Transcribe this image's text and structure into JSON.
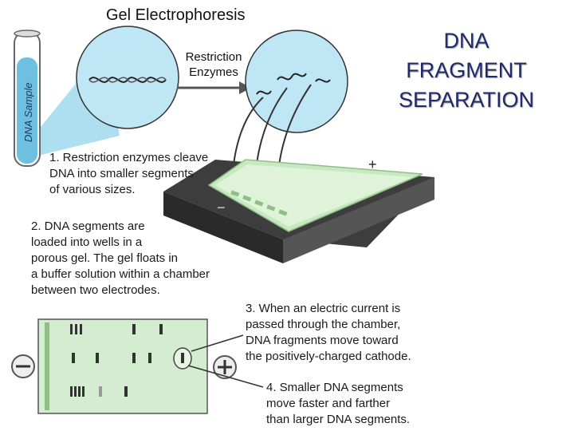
{
  "title": "Gel Electrophoresis",
  "side_title": "DNA\nFRAGMENT\nSEPARATION",
  "tube_label": "DNA Sample",
  "enzyme_label": "Restriction\nEnzymes",
  "steps": [
    "1. Restriction enzymes cleave\nDNA into smaller segments\nof various sizes.",
    "2. DNA segments are\nloaded into wells in a\nporous gel.  The gel floats in\na buffer solution within a chamber\nbetween two electrodes.",
    "3. When an electric current is\npassed through the chamber,\nDNA fragments move toward\nthe positively-charged cathode.",
    "4. Smaller DNA segments\nmove faster and farther\nthan larger DNA segments."
  ],
  "symbols": {
    "minus": "−",
    "plus": "+"
  },
  "colors": {
    "tube_fill": "#7ec8e3",
    "circle_fill": "#bfe6f5",
    "gel_green": "#c7e8c0",
    "chamber_dark": "#4a4a4a",
    "title_blue": "#1f2a6b"
  }
}
